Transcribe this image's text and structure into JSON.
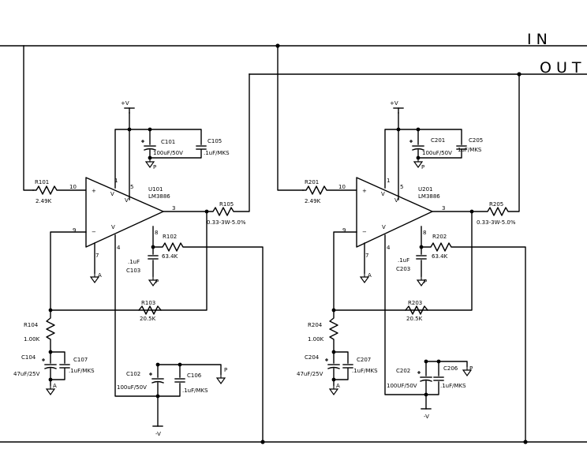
{
  "bus": {
    "in_label": "IN",
    "out_label": "OUT"
  },
  "power": {
    "vplus": "+V",
    "vminus": "-V"
  },
  "grounds": {
    "p": "P",
    "a": "A"
  },
  "channel1": {
    "ic_ref": "U101",
    "ic_part": "LM3886",
    "pins": {
      "in_plus": "10",
      "in_minus": "9",
      "out": "3",
      "vcc_a": "1",
      "vcc_b": "5",
      "vee": "4",
      "gnd": "7",
      "mute": "8"
    },
    "r_in": {
      "ref": "R101",
      "value": "2.49K"
    },
    "r_out": {
      "ref": "R105",
      "value": "0.33-3W-5.0%"
    },
    "r_mute": {
      "ref": "R102",
      "value": "63.4K"
    },
    "r_fb": {
      "ref": "R103",
      "value": "20.5K"
    },
    "r_gnd": {
      "ref": "R104",
      "value": "1.00K"
    },
    "c_vcc_bulk": {
      "ref": "C101",
      "value": "100uF/50V"
    },
    "c_vcc_film": {
      "ref": "C105",
      "value": ".1uF/MKS"
    },
    "c_mute": {
      "ref": "C103",
      "value": ".1uF"
    },
    "c_fb": {
      "ref": "C104",
      "value": "47uF/25V"
    },
    "c_fb_film": {
      "ref": "C107",
      "value": ".1uF/MKS"
    },
    "c_vee_bulk": {
      "ref": "C102",
      "value": "100uF/50V"
    },
    "c_vee_film": {
      "ref": "C106",
      "value": ".1uF/MKS"
    }
  },
  "channel2": {
    "ic_ref": "U201",
    "ic_part": "LM3886",
    "pins": {
      "in_plus": "10",
      "in_minus": "9",
      "out": "3",
      "vcc_a": "1",
      "vcc_b": "5",
      "vee": "4",
      "gnd": "7",
      "mute": "8"
    },
    "r_in": {
      "ref": "R201",
      "value": "2.49K"
    },
    "r_out": {
      "ref": "R205",
      "value": "0.33-3W-5.0%"
    },
    "r_mute": {
      "ref": "R202",
      "value": "63.4K"
    },
    "r_fb": {
      "ref": "R203",
      "value": "20.5K"
    },
    "r_gnd": {
      "ref": "R204",
      "value": "1.00K"
    },
    "c_vcc_bulk": {
      "ref": "C201",
      "value": "100uF/50V"
    },
    "c_vcc_film": {
      "ref": "C205",
      "value": "1uF/MKS"
    },
    "c_mute": {
      "ref": "C203",
      "value": ".1uF"
    },
    "c_fb": {
      "ref": "C204",
      "value": "47uF/25V"
    },
    "c_fb_film": {
      "ref": "C207",
      "value": ".1uF/MKS"
    },
    "c_vee_bulk": {
      "ref": "C202",
      "value": "100UF/50V"
    },
    "c_vee_film": {
      "ref": "C206",
      "value": ".1uF/MKS"
    }
  }
}
